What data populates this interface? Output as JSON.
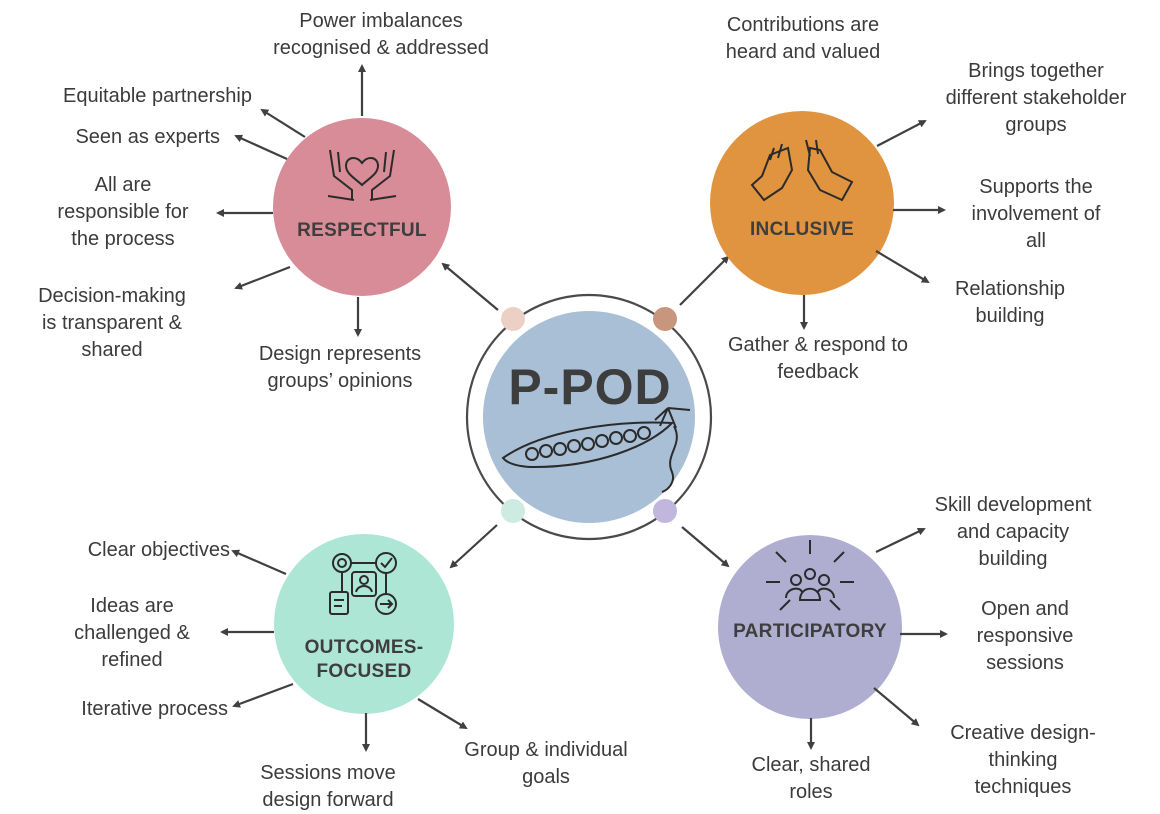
{
  "center": {
    "title": "P-POD"
  },
  "colors": {
    "respectful": "#d78c97",
    "inclusive": "#e09440",
    "outcomes": "#aee6d6",
    "participatory": "#b0aed0",
    "center": "#a9bfd6",
    "arrow": "#404040",
    "text": "#3b3b3b"
  },
  "nodes": {
    "respectful": {
      "title": "RESPECTFUL",
      "icon": "hands-heart-icon",
      "items": {
        "power": [
          "Power imbalances",
          "recognised & addressed"
        ],
        "equitable": [
          "Equitable partnership"
        ],
        "experts": [
          "Seen as experts"
        ],
        "responsible": [
          "All are",
          "responsible for",
          "the process"
        ],
        "decision": [
          "Decision-making",
          "is transparent &",
          "shared"
        ],
        "design": [
          "Design represents",
          "groups’ opinions"
        ]
      }
    },
    "inclusive": {
      "title": "INCLUSIVE",
      "icon": "high-five-icon",
      "items": {
        "contributions": [
          "Contributions are",
          "heard and valued"
        ],
        "stakeholders": [
          "Brings together",
          "different stakeholder",
          "groups"
        ],
        "supports": [
          "Supports the",
          "involvement of",
          "all"
        ],
        "relationship": [
          "Relationship",
          "building"
        ],
        "feedback": [
          "Gather & respond to",
          "feedback"
        ]
      }
    },
    "outcomes": {
      "title": [
        "OUTCOMES-",
        "FOCUSED"
      ],
      "icon": "workflow-icon",
      "items": {
        "objectives": [
          "Clear objectives"
        ],
        "ideas": [
          "Ideas are",
          "challenged &",
          "refined"
        ],
        "iterative": [
          "Iterative process"
        ],
        "sessions": [
          "Sessions move",
          "design forward"
        ],
        "goals": [
          "Group & individual",
          "goals"
        ]
      }
    },
    "participatory": {
      "title": "PARTICIPATORY",
      "icon": "people-group-icon",
      "items": {
        "skill": [
          "Skill development",
          "and capacity",
          "building"
        ],
        "open": [
          "Open and",
          "responsive",
          "sessions"
        ],
        "creative": [
          "Creative design-",
          "thinking",
          "techniques"
        ],
        "roles": [
          "Clear, shared",
          "roles"
        ]
      }
    }
  }
}
